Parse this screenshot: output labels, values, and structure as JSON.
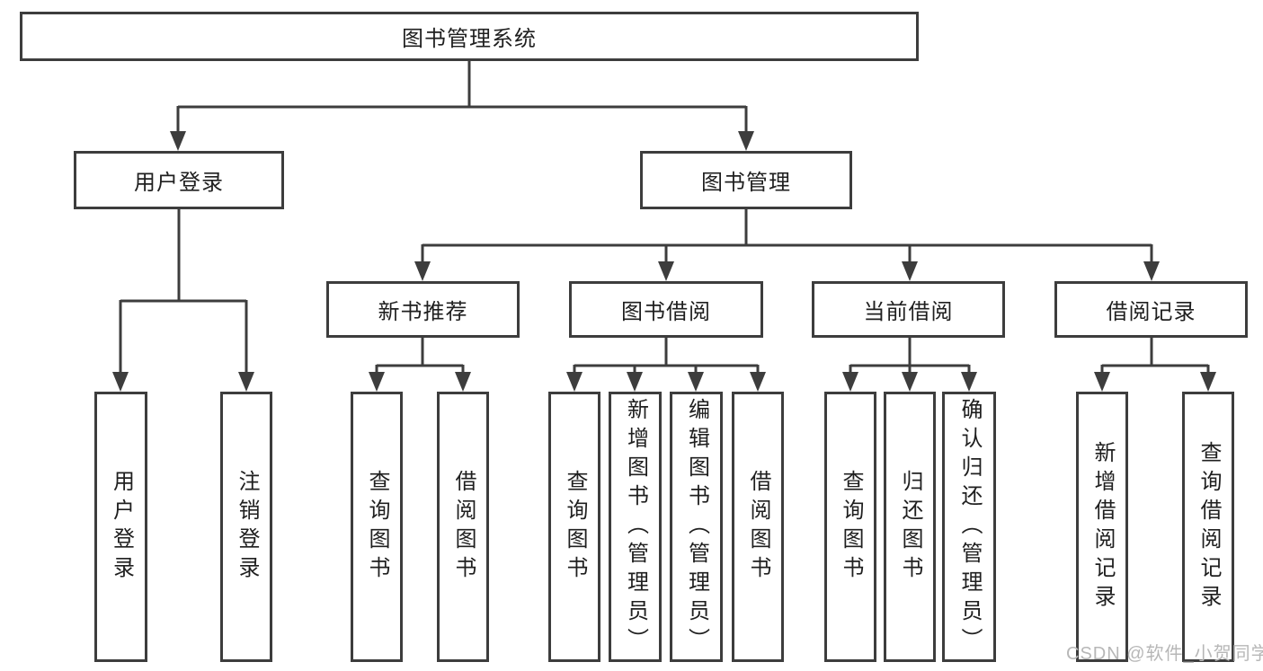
{
  "diagram": {
    "root": {
      "label": "图书管理系统"
    },
    "level2": {
      "user_login_branch": {
        "label": "用户登录"
      },
      "book_management": {
        "label": "图书管理"
      }
    },
    "level3": {
      "new_book_recommend": {
        "label": "新书推荐"
      },
      "book_borrow": {
        "label": "图书借阅"
      },
      "current_borrow": {
        "label": "当前借阅"
      },
      "borrow_records": {
        "label": "借阅记录"
      }
    },
    "leaves": {
      "user_login": {
        "label": "用户登录"
      },
      "logout": {
        "label": "注销登录"
      },
      "rec_query_book": {
        "label": "查询图书"
      },
      "rec_borrow_book": {
        "label": "借阅图书"
      },
      "bb_query_book": {
        "label": "查询图书"
      },
      "bb_add_book": {
        "label": "新增图书（管理员）"
      },
      "bb_edit_book": {
        "label": "编辑图书（管理员）"
      },
      "bb_borrow_book": {
        "label": "借阅图书"
      },
      "cb_query_book": {
        "label": "查询图书"
      },
      "cb_return_book": {
        "label": "归还图书"
      },
      "cb_confirm_return": {
        "label": "确认归还（管理员）"
      },
      "br_add_record": {
        "label": "新增借阅记录"
      },
      "br_query_record": {
        "label": "查询借阅记录"
      }
    },
    "colors": {
      "line": "#3d3d3d",
      "text": "#1f1f1f",
      "watermark_text": "#b7b7b7"
    },
    "watermark": "CSDN @软件_小贺同学"
  }
}
